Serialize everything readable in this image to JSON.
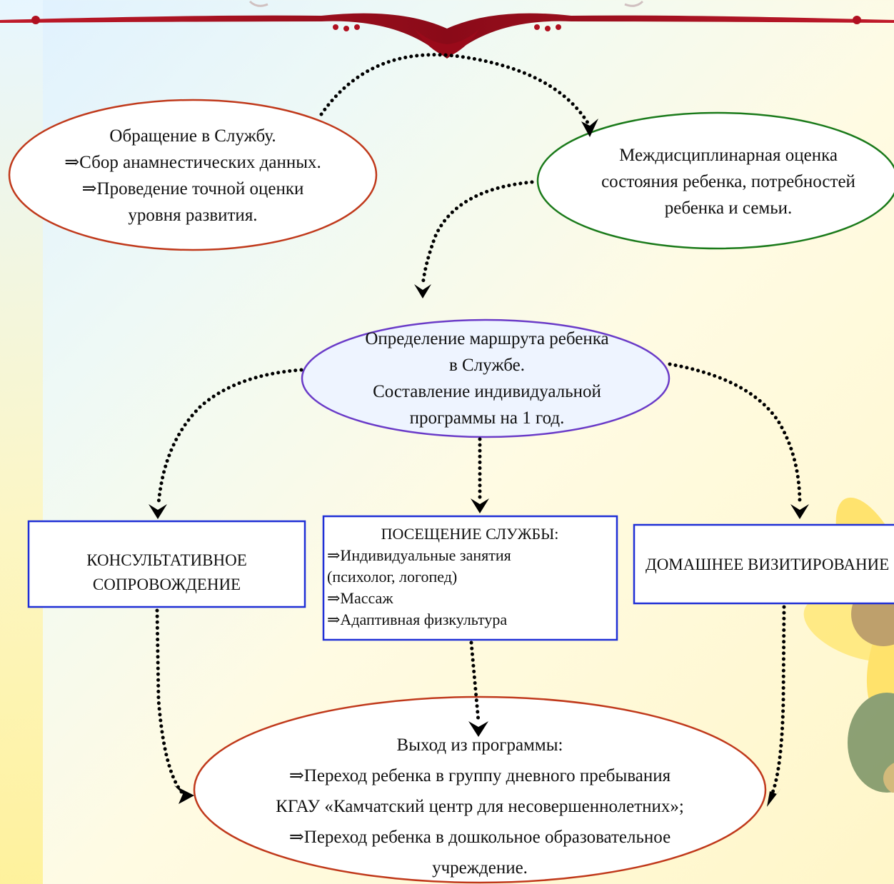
{
  "nodes": {
    "appeal": {
      "lines": [
        "Обращение в Службу.",
        "⇒Сбор анамнестических данных.",
        "⇒Проведение точной оценки",
        "уровня развития."
      ]
    },
    "assessment": {
      "lines": [
        "Междисциплинарная оценка",
        "состояния ребенка, потребностей",
        "ребенка и семьи."
      ]
    },
    "route": {
      "lines": [
        "Определение маршрута ребенка",
        "в Службе.",
        "Составление индивидуальной",
        "программы на 1 год."
      ]
    },
    "consult": {
      "lines": [
        "КОНСУЛЬТАТИВНОЕ",
        "СОПРОВОЖДЕНИЕ"
      ]
    },
    "visit": {
      "lines": [
        "ПОСЕЩЕНИЕ СЛУЖБЫ:",
        "⇒Индивидуальные занятия",
        "(психолог, логопед)",
        "⇒Массаж",
        "⇒Адаптивная физкультура"
      ]
    },
    "home": {
      "lines": [
        "ДОМАШНЕЕ ВИЗИТИРОВАНИЕ"
      ]
    },
    "exit": {
      "lines": [
        "Выход из программы:",
        "⇒Переход ребенка в группу дневного пребывания",
        "КГАУ «Камчатский центр для несовершеннолетних»;",
        "⇒Переход ребенка в дошкольное образовательное",
        "учреждение."
      ]
    }
  },
  "colors": {
    "ellipse_red": "#c0391b",
    "ellipse_green": "#1a7a1a",
    "ellipse_purple": "#6a3bc8",
    "box_blue": "#1f2fd6",
    "ornament": "#b01020"
  }
}
